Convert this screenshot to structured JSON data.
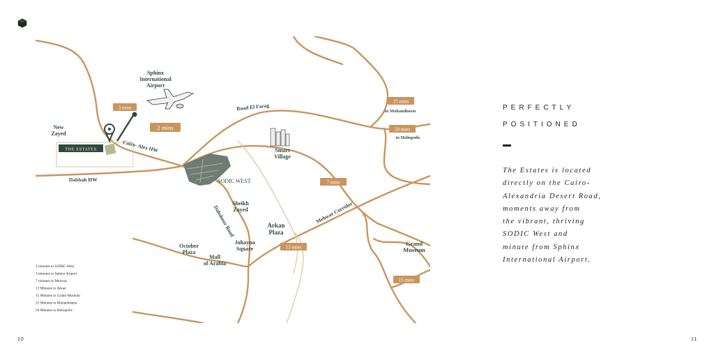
{
  "brand": {
    "logo_icon": "cube-logo-icon"
  },
  "colors": {
    "road": "#c9955e",
    "label_text": "#2f4a3c",
    "badge": "#c9955e",
    "badge_text": "#ffffff",
    "pin": "#2f4a3c"
  },
  "map": {
    "places": {
      "sphinx_airport": "Sphinx\nInternational\nAirport",
      "new_zayed": "New\nZayed",
      "the_estates": "THE ESTATES",
      "smart_village": "Smart\nVillage",
      "sodic_west": "SODIC WEST",
      "sheikh_zayed": "Sheikh\nZayed",
      "october_plaza": "October\nPlaza",
      "mall_of_arabia": "Mall\nof Arabia",
      "juhayna_square": "Juhayna\nSquare",
      "arkan_plaza": "Arkan\nPlaza",
      "grand_museum": "Grand\nMuseum",
      "to_mohandiseen": "to Mohandiseen",
      "to_heliopolis": "to Heliopolis"
    },
    "roads": {
      "road_el_farag": "Road El Farag",
      "cairo_alex": "Cairo- Alex HW",
      "dabbah": "Dabbah HW",
      "dahshour": "Dahshour Road",
      "mehwar": "Mehwar Corridor"
    },
    "badges": {
      "airport_3": "3 mins",
      "sodic_2": "2 mins",
      "mohandiseen_25": "25 mins",
      "heliopolis_50": "50 mins",
      "mehwar_7": "7 mins",
      "arkan_12": "12 mins",
      "museum_15": "15 mins"
    },
    "legend": [
      "2 minutes to SODIC West",
      "3 minutes to Sphinx Airport",
      "7 minutes to Mehwar",
      "12 Minutes to Arkan",
      "15 Minutes to Grand Museum",
      "25 Minutes to Mohandiseen",
      "50 Minutes to Heliopolis"
    ]
  },
  "right": {
    "heading_line1": "PERFECTLY",
    "heading_line2": "POSITIONED",
    "description": "The Estates is located\ndirectly on the Cairo-\nAlexandria Desert Road,\nmoments away from\nthe vibrant,  thriving\nSODIC West and\nminute from Sphinx\nInternational Airport."
  },
  "pages": {
    "left": "10",
    "right": "11"
  }
}
